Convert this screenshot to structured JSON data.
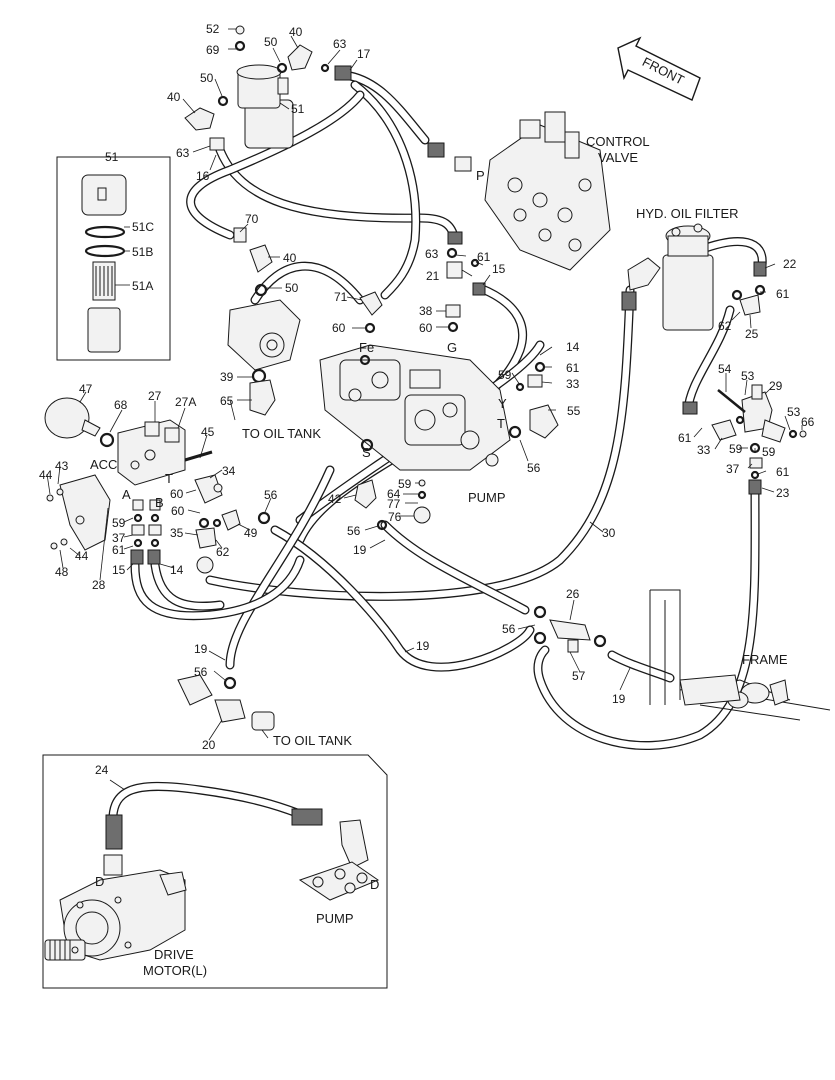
{
  "callouts": [
    {
      "id": "52",
      "text": "52"
    },
    {
      "id": "69",
      "text": "69"
    },
    {
      "id": "40a",
      "text": "40"
    },
    {
      "id": "50a",
      "text": "50"
    },
    {
      "id": "63a",
      "text": "63"
    },
    {
      "id": "17",
      "text": "17"
    },
    {
      "id": "50b",
      "text": "50"
    },
    {
      "id": "51main",
      "text": "51"
    },
    {
      "id": "40b",
      "text": "40"
    },
    {
      "id": "63b",
      "text": "63"
    },
    {
      "id": "16",
      "text": "16"
    },
    {
      "id": "51box",
      "text": "51"
    },
    {
      "id": "51C",
      "text": "51C"
    },
    {
      "id": "51B",
      "text": "51B"
    },
    {
      "id": "51A",
      "text": "51A"
    },
    {
      "id": "70",
      "text": "70"
    },
    {
      "id": "40c",
      "text": "40"
    },
    {
      "id": "50c",
      "text": "50"
    },
    {
      "id": "63c",
      "text": "63"
    },
    {
      "id": "21",
      "text": "21"
    },
    {
      "id": "61a",
      "text": "61"
    },
    {
      "id": "15a",
      "text": "15"
    },
    {
      "id": "71",
      "text": "71"
    },
    {
      "id": "60a",
      "text": "60"
    },
    {
      "id": "38",
      "text": "38"
    },
    {
      "id": "60b",
      "text": "60"
    },
    {
      "id": "22",
      "text": "22"
    },
    {
      "id": "61b",
      "text": "61"
    },
    {
      "id": "62a",
      "text": "62"
    },
    {
      "id": "25",
      "text": "25"
    },
    {
      "id": "14a",
      "text": "14"
    },
    {
      "id": "61c",
      "text": "61"
    },
    {
      "id": "59a",
      "text": "59"
    },
    {
      "id": "33a",
      "text": "33"
    },
    {
      "id": "39",
      "text": "39"
    },
    {
      "id": "65",
      "text": "65"
    },
    {
      "id": "55",
      "text": "55"
    },
    {
      "id": "47",
      "text": "47"
    },
    {
      "id": "27",
      "text": "27"
    },
    {
      "id": "27A",
      "text": "27A"
    },
    {
      "id": "68",
      "text": "68"
    },
    {
      "id": "45",
      "text": "45"
    },
    {
      "id": "54",
      "text": "54"
    },
    {
      "id": "53a",
      "text": "53"
    },
    {
      "id": "29",
      "text": "29"
    },
    {
      "id": "53b",
      "text": "53"
    },
    {
      "id": "66",
      "text": "66"
    },
    {
      "id": "61d",
      "text": "61"
    },
    {
      "id": "33b",
      "text": "33"
    },
    {
      "id": "59b",
      "text": "59"
    },
    {
      "id": "59c",
      "text": "59"
    },
    {
      "id": "37a",
      "text": "37"
    },
    {
      "id": "61e",
      "text": "61"
    },
    {
      "id": "23",
      "text": "23"
    },
    {
      "id": "43",
      "text": "43"
    },
    {
      "id": "44a",
      "text": "44"
    },
    {
      "id": "34",
      "text": "34"
    },
    {
      "id": "59d",
      "text": "59"
    },
    {
      "id": "64",
      "text": "64"
    },
    {
      "id": "77",
      "text": "77"
    },
    {
      "id": "42",
      "text": "42"
    },
    {
      "id": "56a",
      "text": "56"
    },
    {
      "id": "56b",
      "text": "56"
    },
    {
      "id": "60c",
      "text": "60"
    },
    {
      "id": "60d",
      "text": "60"
    },
    {
      "id": "76",
      "text": "76"
    },
    {
      "id": "56c",
      "text": "56"
    },
    {
      "id": "59e",
      "text": "59"
    },
    {
      "id": "37b",
      "text": "37"
    },
    {
      "id": "61f",
      "text": "61"
    },
    {
      "id": "35",
      "text": "35"
    },
    {
      "id": "49",
      "text": "49"
    },
    {
      "id": "62b",
      "text": "62"
    },
    {
      "id": "19a",
      "text": "19"
    },
    {
      "id": "30",
      "text": "30"
    },
    {
      "id": "15b",
      "text": "15"
    },
    {
      "id": "14b",
      "text": "14"
    },
    {
      "id": "44b",
      "text": "44"
    },
    {
      "id": "48",
      "text": "48"
    },
    {
      "id": "28",
      "text": "28"
    },
    {
      "id": "26",
      "text": "26"
    },
    {
      "id": "56d",
      "text": "56"
    },
    {
      "id": "57",
      "text": "57"
    },
    {
      "id": "19b",
      "text": "19"
    },
    {
      "id": "19c",
      "text": "19"
    },
    {
      "id": "56e",
      "text": "56"
    },
    {
      "id": "19d",
      "text": "19"
    },
    {
      "id": "20",
      "text": "20"
    },
    {
      "id": "24",
      "text": "24"
    }
  ],
  "captions": {
    "front": "FRONT",
    "control_valve_1": "CONTROL",
    "control_valve_2": "VALVE",
    "hyd_oil_filter": "HYD. OIL FILTER",
    "to_oil_tank_1": "TO OIL TANK",
    "to_oil_tank_2": "TO OIL TANK",
    "acc": "ACC",
    "pump_main": "PUMP",
    "pump_inset": "PUMP",
    "frame": "FRAME",
    "drive_motor_1": "DRIVE",
    "drive_motor_2": "MOTOR(L)",
    "port_p": "P",
    "port_fe": "Fe",
    "port_g": "G",
    "port_y": "Y",
    "port_t1": "T",
    "port_t2": "T",
    "port_s": "S",
    "port_a": "A",
    "port_b": "B",
    "port_d1": "D",
    "port_d2": "D"
  }
}
